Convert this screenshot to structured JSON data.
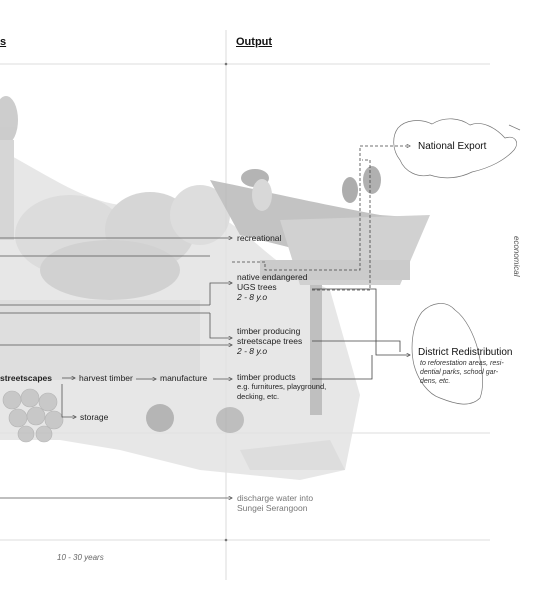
{
  "headers": {
    "inputs_partial": "s",
    "output": "Output"
  },
  "flow_nodes": {
    "streetscapes": "streetscapes",
    "harvest": "harvest timber",
    "manufacture": "manufacture",
    "storage": "storage"
  },
  "outputs": {
    "recreational": "recreational",
    "native_line1": "native endangered",
    "native_line2": "UGS trees",
    "native_age": "2 - 8 y.o",
    "timber_trees_line1": "timber producing",
    "timber_trees_line2": "streetscape trees",
    "timber_trees_age": "2 - 8 y.o",
    "products_line1": "timber products",
    "products_line2": "e.g. furnitures, playground,",
    "products_line3": "decking, etc.",
    "discharge_line1": "discharge water into",
    "discharge_line2": "Sungei Serangoon"
  },
  "destinations": {
    "national": "National Export",
    "district": "District Redistribution",
    "district_note1": "to reforestation areas, resi-",
    "district_note2": "dential parks, school gar-",
    "district_note3": "dens, etc."
  },
  "side_label": "economical",
  "timeline": "10 - 30 years",
  "colors": {
    "line": "#555555",
    "grid": "#cfcfcf",
    "photo": "#bdbdbd"
  }
}
